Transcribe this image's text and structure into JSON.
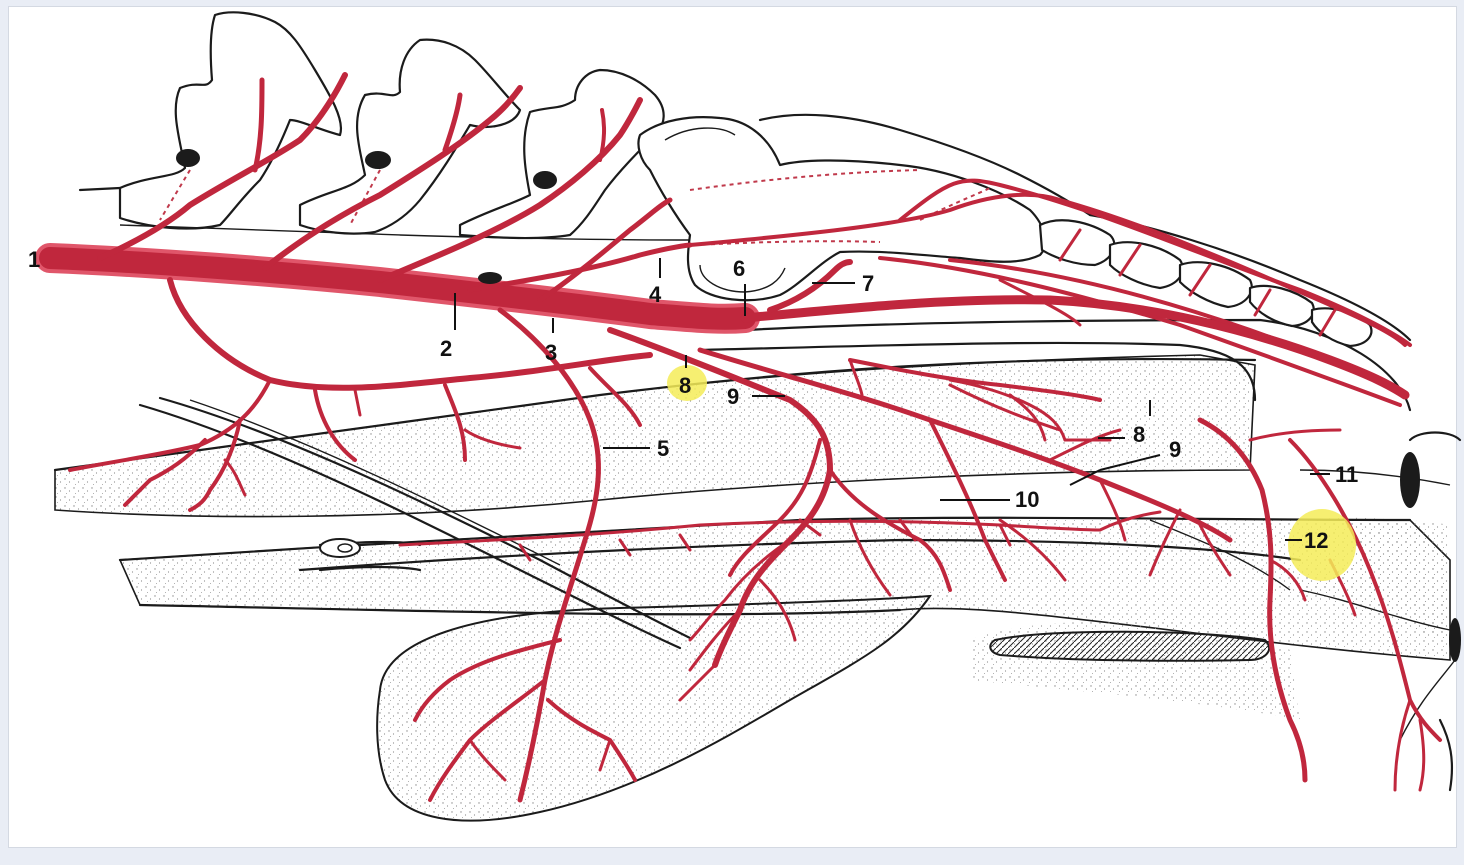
{
  "labels": {
    "l1": "1",
    "l2": "2",
    "l3": "3",
    "l4": "4",
    "l5": "5",
    "l6": "6",
    "l7": "7",
    "l8a": "8",
    "l8b": "8",
    "l9a": "9",
    "l9b": "9",
    "l10": "10",
    "l11": "11",
    "l12": "12"
  },
  "colors": {
    "artery": "#c0273d",
    "artery_highlight": "#e0566a",
    "stipple": "#8a8a8a",
    "highlight": "#f5ec58"
  }
}
